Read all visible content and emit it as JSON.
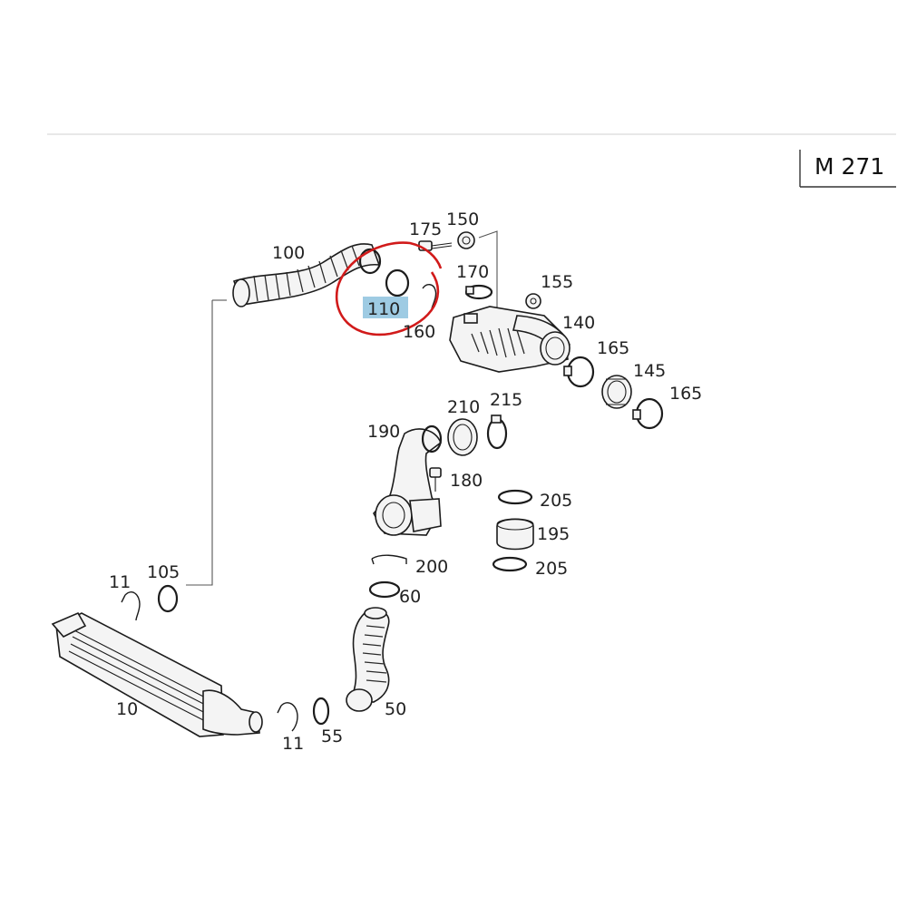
{
  "model_label": "M 271",
  "highlighted_part": "110",
  "colors": {
    "highlight_fill": "#9ecbe3",
    "circle_stroke": "#d11a1a",
    "rule_line": "#d9d9d9"
  },
  "labels": {
    "p100": "100",
    "p175": "175",
    "p150": "150",
    "p170": "170",
    "p155": "155",
    "p110": "110",
    "p160": "160",
    "p140": "140",
    "p165a": "165",
    "p145": "145",
    "p165b": "165",
    "p210": "210",
    "p215": "215",
    "p190": "190",
    "p180": "180",
    "p205a": "205",
    "p195": "195",
    "p205b": "205",
    "p200": "200",
    "p60": "60",
    "p11a": "11",
    "p105": "105",
    "p10": "10",
    "p11b": "11",
    "p55": "55",
    "p50": "50"
  }
}
